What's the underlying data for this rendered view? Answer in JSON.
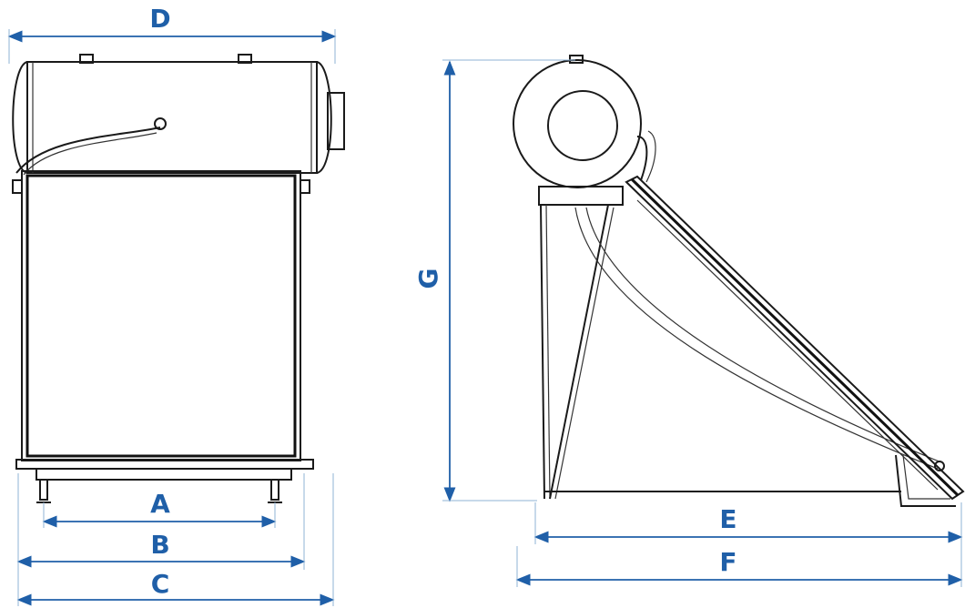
{
  "colors": {
    "dimension": "#1f5fa8",
    "outline": "#1a1a1a",
    "guide": "#8fb3d6"
  },
  "labels": {
    "A": "A",
    "B": "B",
    "C": "C",
    "D": "D",
    "E": "E",
    "F": "F",
    "G": "G"
  }
}
